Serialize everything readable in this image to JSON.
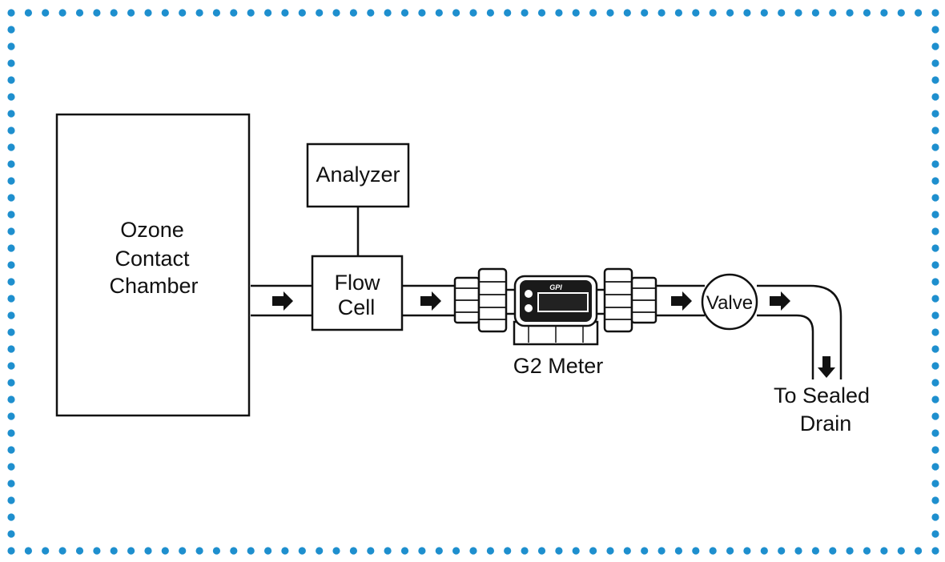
{
  "colors": {
    "border_dots": "#1e8fce",
    "ink": "#111111",
    "background": "#ffffff"
  },
  "labels": {
    "chamber_line1": "Ozone",
    "chamber_line2": "Contact",
    "chamber_line3": "Chamber",
    "analyzer": "Analyzer",
    "flow_cell_line1": "Flow",
    "flow_cell_line2": "Cell",
    "meter": "G2 Meter",
    "meter_logo": "GPI",
    "valve": "Valve",
    "drain_line1": "To Sealed",
    "drain_line2": "Drain"
  }
}
